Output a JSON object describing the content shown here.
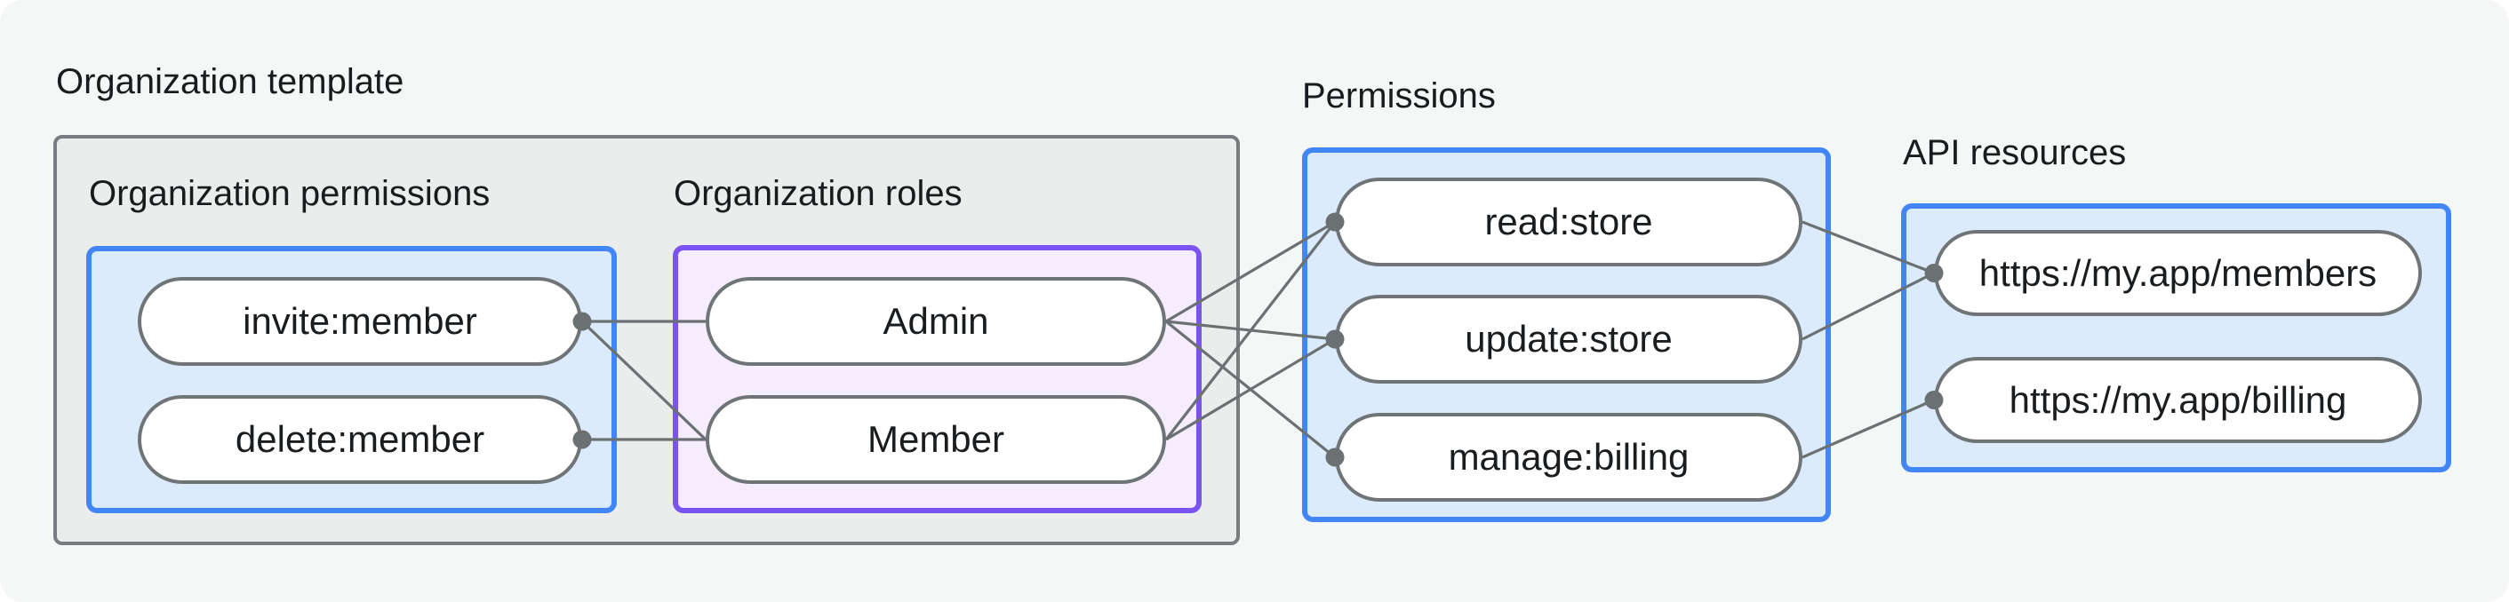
{
  "title": "Organization template",
  "groups": {
    "org_template": {
      "label": "Organization template"
    },
    "org_permissions": {
      "label": "Organization permissions"
    },
    "org_roles": {
      "label": "Organization roles"
    },
    "permissions": {
      "label": "Permissions"
    },
    "api_resources": {
      "label": "API resources"
    }
  },
  "nodes": {
    "invite": {
      "label": "invite:member"
    },
    "delete": {
      "label": "delete:member"
    },
    "admin": {
      "label": "Admin"
    },
    "member": {
      "label": "Member"
    },
    "read": {
      "label": "read:store"
    },
    "update": {
      "label": "update:store"
    },
    "manage": {
      "label": "manage:billing"
    },
    "members_api": {
      "label": "https://my.app/members"
    },
    "billing_api": {
      "label": "https://my.app/billing"
    }
  },
  "edges": [
    {
      "from": "invite",
      "to": "admin"
    },
    {
      "from": "invite",
      "to": "member"
    },
    {
      "from": "delete",
      "to": "member"
    },
    {
      "from": "admin",
      "to": "read"
    },
    {
      "from": "admin",
      "to": "update"
    },
    {
      "from": "admin",
      "to": "manage"
    },
    {
      "from": "member",
      "to": "read"
    },
    {
      "from": "member",
      "to": "update"
    },
    {
      "from": "read",
      "to": "members_api"
    },
    {
      "from": "update",
      "to": "members_api"
    },
    {
      "from": "manage",
      "to": "billing_api"
    }
  ],
  "dots": [
    {
      "node": "invite",
      "side": "right"
    },
    {
      "node": "delete",
      "side": "right"
    },
    {
      "node": "read",
      "side": "left"
    },
    {
      "node": "update",
      "side": "left"
    },
    {
      "node": "manage",
      "side": "left"
    },
    {
      "node": "members_api",
      "side": "left"
    },
    {
      "node": "billing_api",
      "side": "left"
    }
  ],
  "colors": {
    "canvas_bg": "#f5f6f6",
    "template_box_bg": "#ebedec",
    "template_box_border": "#787c7f",
    "blue_box_bg": "#dcebfb",
    "blue_box_border": "#4286f5",
    "purple_box_bg": "#f5edfd",
    "purple_box_border": "#7a53f1",
    "pill_bg": "#ffffff",
    "pill_border": "#6f7477",
    "connector": "#6b7073",
    "text": "#1a1d1f"
  }
}
